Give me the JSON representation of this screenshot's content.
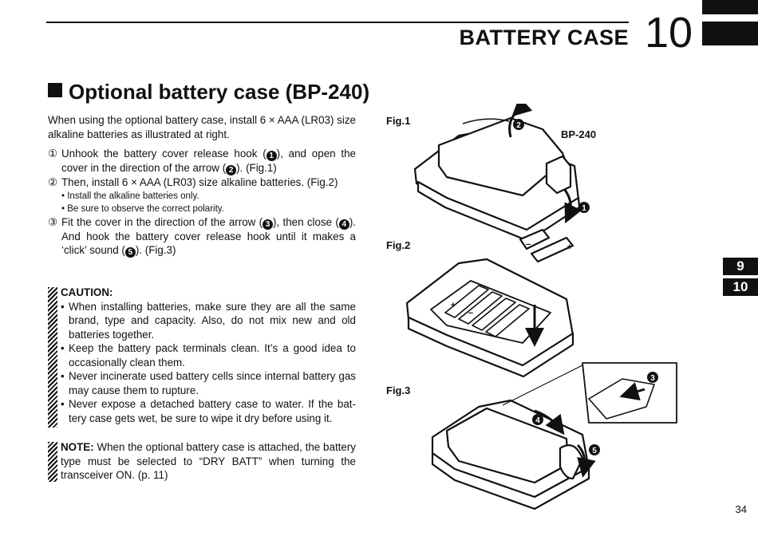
{
  "header": {
    "chapter_title": "BATTERY CASE",
    "chapter_number": "10"
  },
  "section": {
    "title": "Optional battery case (BP-240)"
  },
  "intro": "When using the optional battery case, install 6 × AAA (LR03) size alkaline batteries as illustrated at right.",
  "steps": [
    {
      "num": "①",
      "text_a": "Unhook the battery cover release hook (",
      "badge_a": "1",
      "text_b": "), and open the cover in the direction of the arrow (",
      "badge_b": "2",
      "text_c": "). (Fig.1)"
    },
    {
      "num": "②",
      "text": "Then, install 6 × AAA (LR03) size alkaline batteries. (Fig.2)",
      "notes": [
        "• Install the alkaline batteries only.",
        "• Be sure to observe the correct polarity."
      ]
    },
    {
      "num": "③",
      "text_a": "Fit the cover in the direction of the arrow (",
      "badge_a": "3",
      "text_b": "), then close (",
      "badge_b": "4",
      "text_c": "). And hook the battery cover release hook until it makes a ‘click’ sound (",
      "badge_c": "5",
      "text_d": ").  (Fig.3)"
    }
  ],
  "caution": {
    "heading": "CAUTION:",
    "items": [
      "When installing batteries, make sure they are all the same brand, type and capacity. Also, do not mix new and old batteries together.",
      "Keep the battery pack terminals clean. It’s a good idea to occasionally clean them.",
      "Never incinerate used battery cells since internal battery gas may cause them to rupture.",
      "Never expose a detached battery case to water. If the bat-tery case gets wet, be sure to wipe it dry before using it."
    ]
  },
  "note": {
    "label": "NOTE:",
    "text": " When the optional battery case is attached, the battery type must be selected to “DRY BATT” when turning the transceiver ON. (p. 11)"
  },
  "figures": {
    "fig1": "Fig.1",
    "fig2": "Fig.2",
    "fig3": "Fig.3",
    "model": "BP-240",
    "callouts": [
      "1",
      "2",
      "3",
      "4",
      "5"
    ],
    "plus": "+",
    "minus": "−"
  },
  "side_tabs": [
    "9",
    "10"
  ],
  "page_number": "34"
}
